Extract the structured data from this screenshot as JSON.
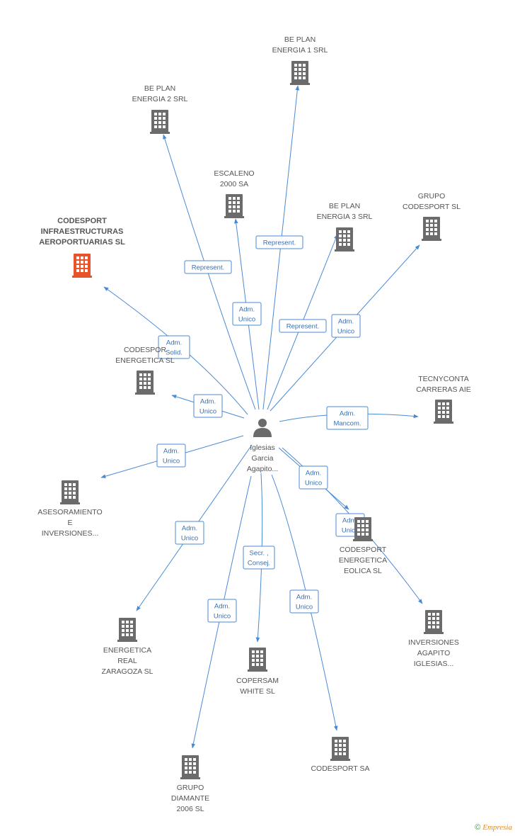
{
  "center": {
    "name_lines": [
      "Iglesias",
      "Garcia",
      "Agapito..."
    ]
  },
  "nodes": [
    {
      "id": "be-plan-1",
      "lines": [
        "BE PLAN",
        "ENERGIA 1 SRL"
      ]
    },
    {
      "id": "be-plan-2",
      "lines": [
        "BE PLAN",
        "ENERGIA 2 SRL"
      ]
    },
    {
      "id": "escaleno",
      "lines": [
        "ESCALENO",
        "2000 SA"
      ]
    },
    {
      "id": "be-plan-3",
      "lines": [
        "BE PLAN",
        "ENERGIA 3 SRL"
      ]
    },
    {
      "id": "grupo-codesport",
      "lines": [
        "GRUPO",
        "CODESPORT SL"
      ]
    },
    {
      "id": "codesport-infra",
      "lines": [
        "CODESPORT",
        "INFRAESTRUCTURAS",
        "AEROPORTUARIAS SL"
      ],
      "highlight": true
    },
    {
      "id": "codesport-energetica",
      "lines": [
        "CODESPOR",
        "ENERGETICA SL"
      ]
    },
    {
      "id": "tecnyconta",
      "lines": [
        "TECNYCONTA",
        "CARRERAS AIE"
      ]
    },
    {
      "id": "asesoramiento",
      "lines": [
        "ASESORAMIENTO",
        "E",
        "INVERSIONES..."
      ]
    },
    {
      "id": "codesport-eolica",
      "lines": [
        "CODESPORT",
        "ENERGETICA",
        "EOLICA SL"
      ]
    },
    {
      "id": "inversiones-agapito",
      "lines": [
        "INVERSIONES",
        "AGAPITO",
        "IGLESIAS..."
      ]
    },
    {
      "id": "energetica-real",
      "lines": [
        "ENERGETICA",
        "REAL",
        "ZARAGOZA SL"
      ]
    },
    {
      "id": "copersam",
      "lines": [
        "COPERSAM",
        "WHITE SL"
      ]
    },
    {
      "id": "codesport-sa",
      "lines": [
        "CODESPORT SA"
      ]
    },
    {
      "id": "grupo-diamante",
      "lines": [
        "GRUPO",
        "DIAMANTE",
        "2006 SL"
      ]
    }
  ],
  "relations": [
    {
      "target": "be-plan-1",
      "lines": [
        "Represent."
      ]
    },
    {
      "target": "be-plan-2",
      "lines": [
        "Represent."
      ]
    },
    {
      "target": "escaleno",
      "lines": [
        "Adm.",
        "Unico"
      ]
    },
    {
      "target": "be-plan-3",
      "lines": [
        "Represent."
      ]
    },
    {
      "target": "grupo-codesport",
      "lines": [
        "Adm.",
        "Unico"
      ]
    },
    {
      "target": "codesport-infra",
      "lines": [
        "Adm.",
        "Solid."
      ]
    },
    {
      "target": "codesport-energetica",
      "lines": [
        "Adm.",
        "Unico"
      ]
    },
    {
      "target": "tecnyconta",
      "lines": [
        "Adm.",
        "Mancom."
      ]
    },
    {
      "target": "asesoramiento",
      "lines": [
        "Adm.",
        "Unico"
      ]
    },
    {
      "target": "codesport-eolica",
      "lines": [
        "Adm.",
        "Unico"
      ]
    },
    {
      "target": "inversiones-agapito",
      "lines": [
        "Adm.",
        "Unico"
      ]
    },
    {
      "target": "energetica-real",
      "lines": [
        "Adm.",
        "Unico"
      ]
    },
    {
      "target": "copersam",
      "lines": [
        "Secr. ,",
        "Consej."
      ]
    },
    {
      "target": "codesport-sa",
      "lines": [
        "Adm.",
        "Unico"
      ]
    },
    {
      "target": "grupo-diamante",
      "lines": [
        "Adm.",
        "Unico"
      ]
    }
  ],
  "footer": {
    "copyright_symbol": "©",
    "brand": "Empresia"
  },
  "colors": {
    "edge": "#4a8ad4",
    "building": "#6b6b6b",
    "highlight": "#e8532a",
    "person": "#6b6b6b"
  }
}
